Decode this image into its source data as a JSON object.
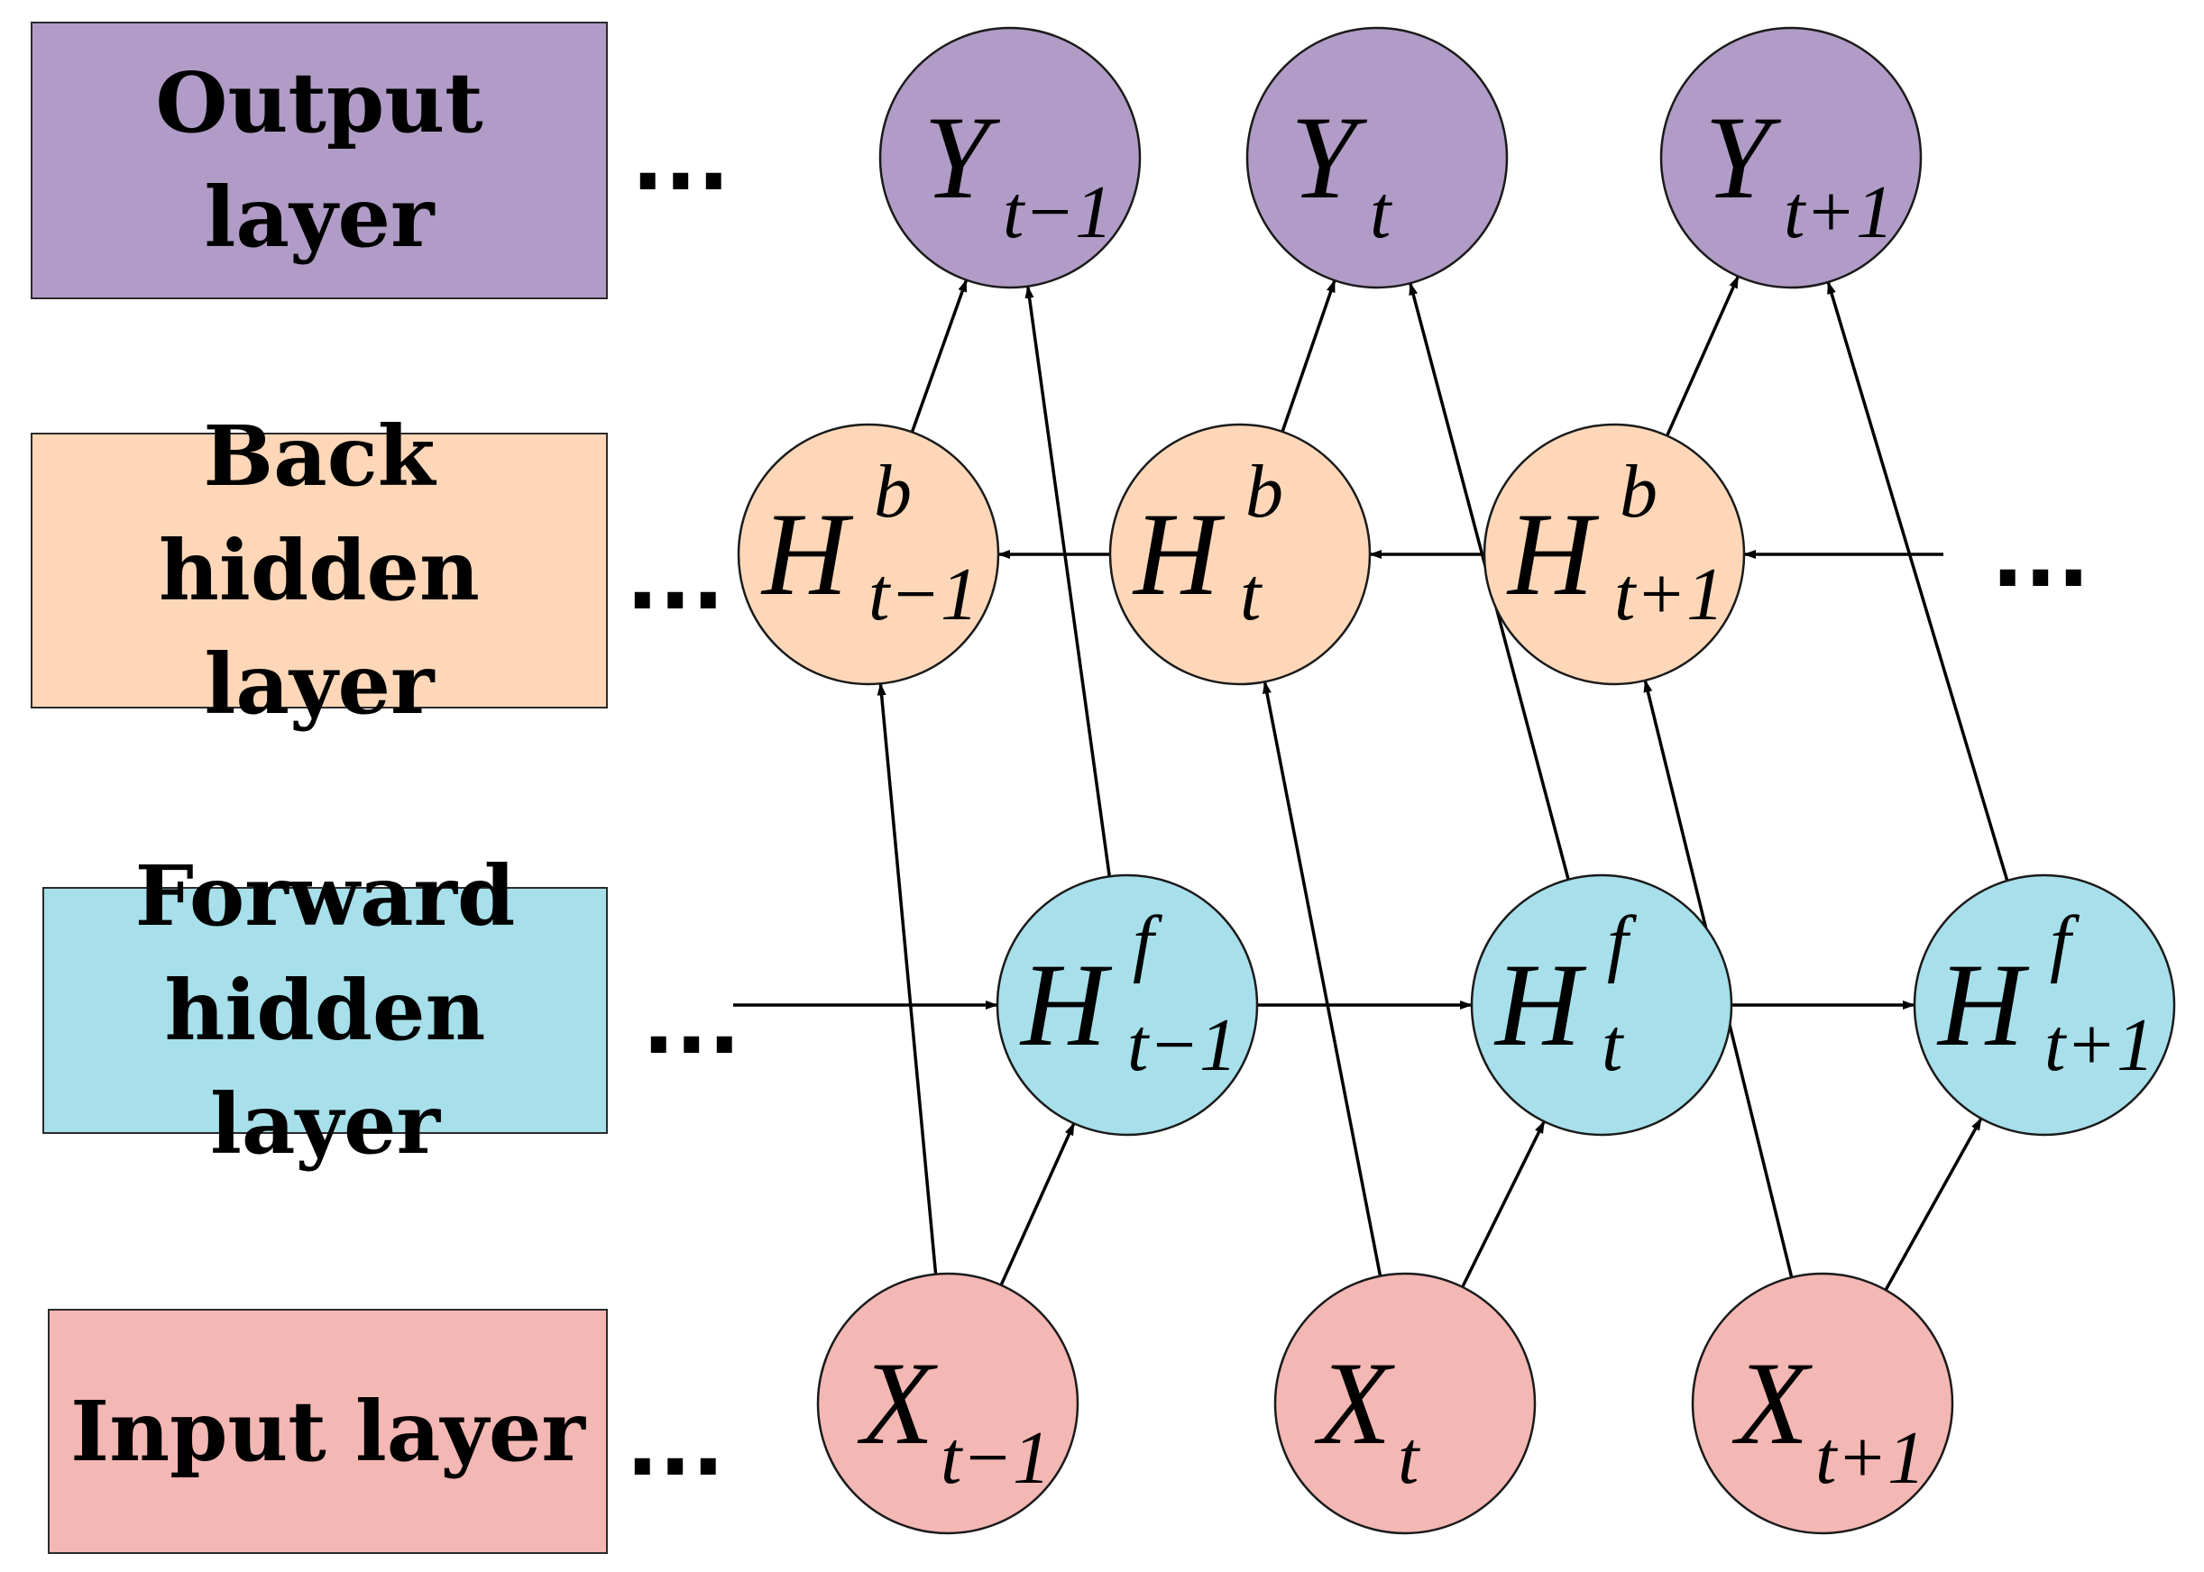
{
  "colors": {
    "output": "#b09cc6",
    "back": "#fdd7b8",
    "forward": "#a7dfea",
    "input": "#f3b7b4"
  },
  "labels": {
    "output": "Output layer",
    "back": [
      "Back hidden",
      "layer"
    ],
    "forward": [
      "Forward",
      "hidden layer"
    ],
    "input": "Input layer"
  },
  "ellipsis": "...",
  "nodes": {
    "output": [
      {
        "main": "Y",
        "sub": "t−1",
        "sup": ""
      },
      {
        "main": "Y",
        "sub": "t",
        "sup": ""
      },
      {
        "main": "Y",
        "sub": "t+1",
        "sup": ""
      }
    ],
    "back": [
      {
        "main": "H",
        "sub": "t−1",
        "sup": "b"
      },
      {
        "main": "H",
        "sub": "t",
        "sup": "b"
      },
      {
        "main": "H",
        "sub": "t+1",
        "sup": "b"
      }
    ],
    "forward": [
      {
        "main": "H",
        "sub": "t−1",
        "sup": "f"
      },
      {
        "main": "H",
        "sub": "t",
        "sup": "f"
      },
      {
        "main": "H",
        "sub": "t+1",
        "sup": "f"
      }
    ],
    "input": [
      {
        "main": "X",
        "sub": "t−1",
        "sup": ""
      },
      {
        "main": "X",
        "sub": "t",
        "sup": ""
      },
      {
        "main": "X",
        "sub": "t+1",
        "sup": ""
      }
    ]
  }
}
